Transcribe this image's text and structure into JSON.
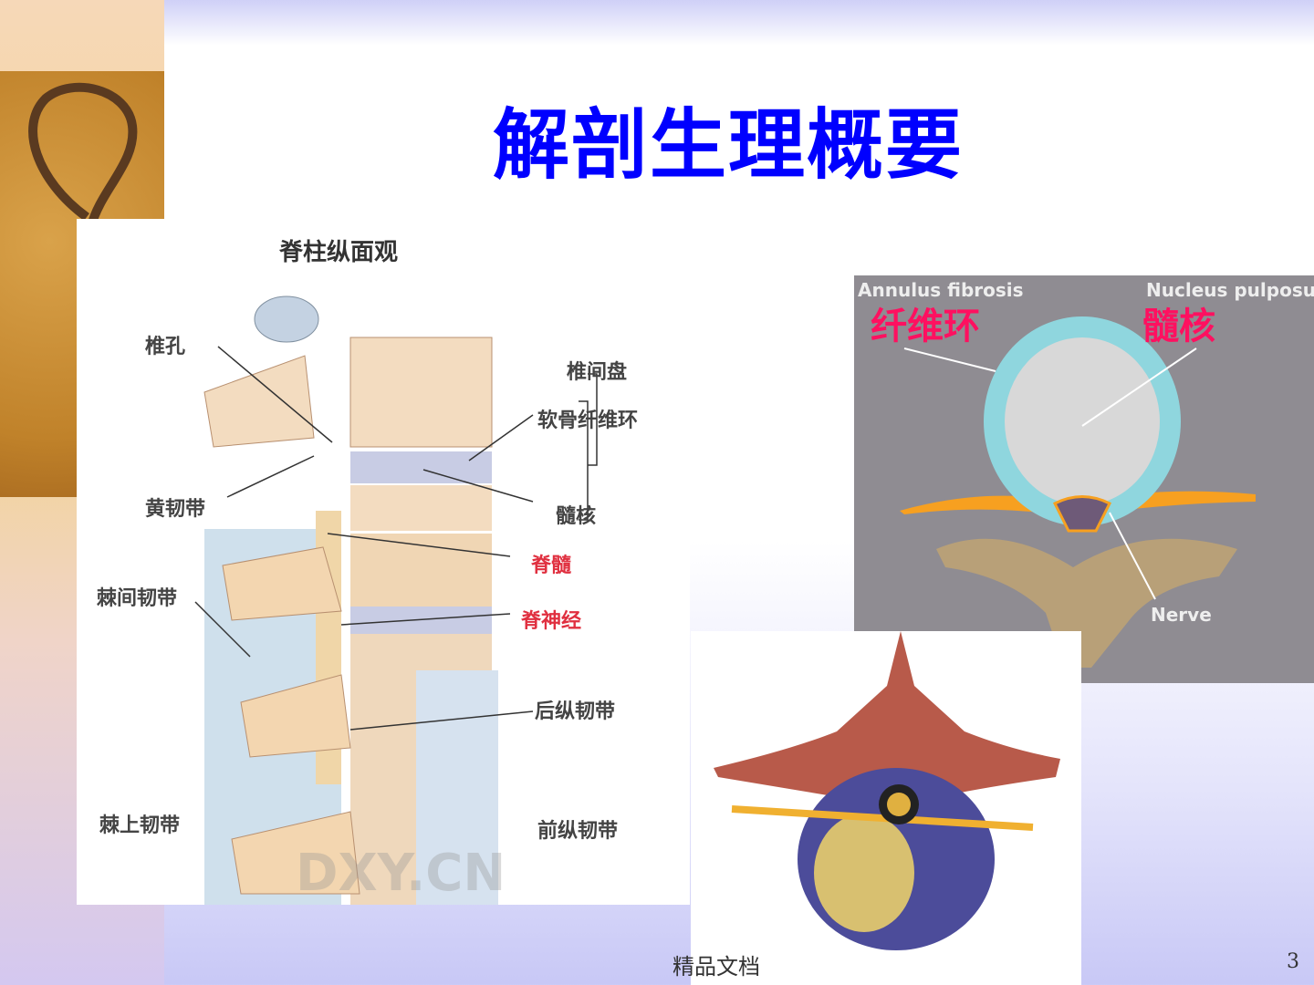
{
  "slide": {
    "title": "解剖生理概要",
    "footer": "精品文档",
    "page_number": "3"
  },
  "figure_left": {
    "title": "脊柱纵面观",
    "labels": {
      "foramen": "椎孔",
      "ligamentum_flavum": "黄韧带",
      "interspinous": "棘间韧带",
      "supraspinous": "棘上韧带",
      "disc": "椎间盘",
      "annulus": "软骨纤维环",
      "nucleus": "髓核",
      "spinal_cord": "脊髓",
      "spinal_nerve": "脊神经",
      "posterior_longitudinal": "后纵韧带",
      "anterior_longitudinal": "前纵韧带"
    },
    "watermark": "DXY.CN"
  },
  "figure_right": {
    "annulus_en": "Annulus fibrosis",
    "annulus_cn": "纤维环",
    "nucleus_en": "Nucleus pulposus",
    "nucleus_cn": "髓核",
    "nerve": "Nerve"
  },
  "colors": {
    "title": "#0000ff",
    "annotation": "#ff1060"
  }
}
